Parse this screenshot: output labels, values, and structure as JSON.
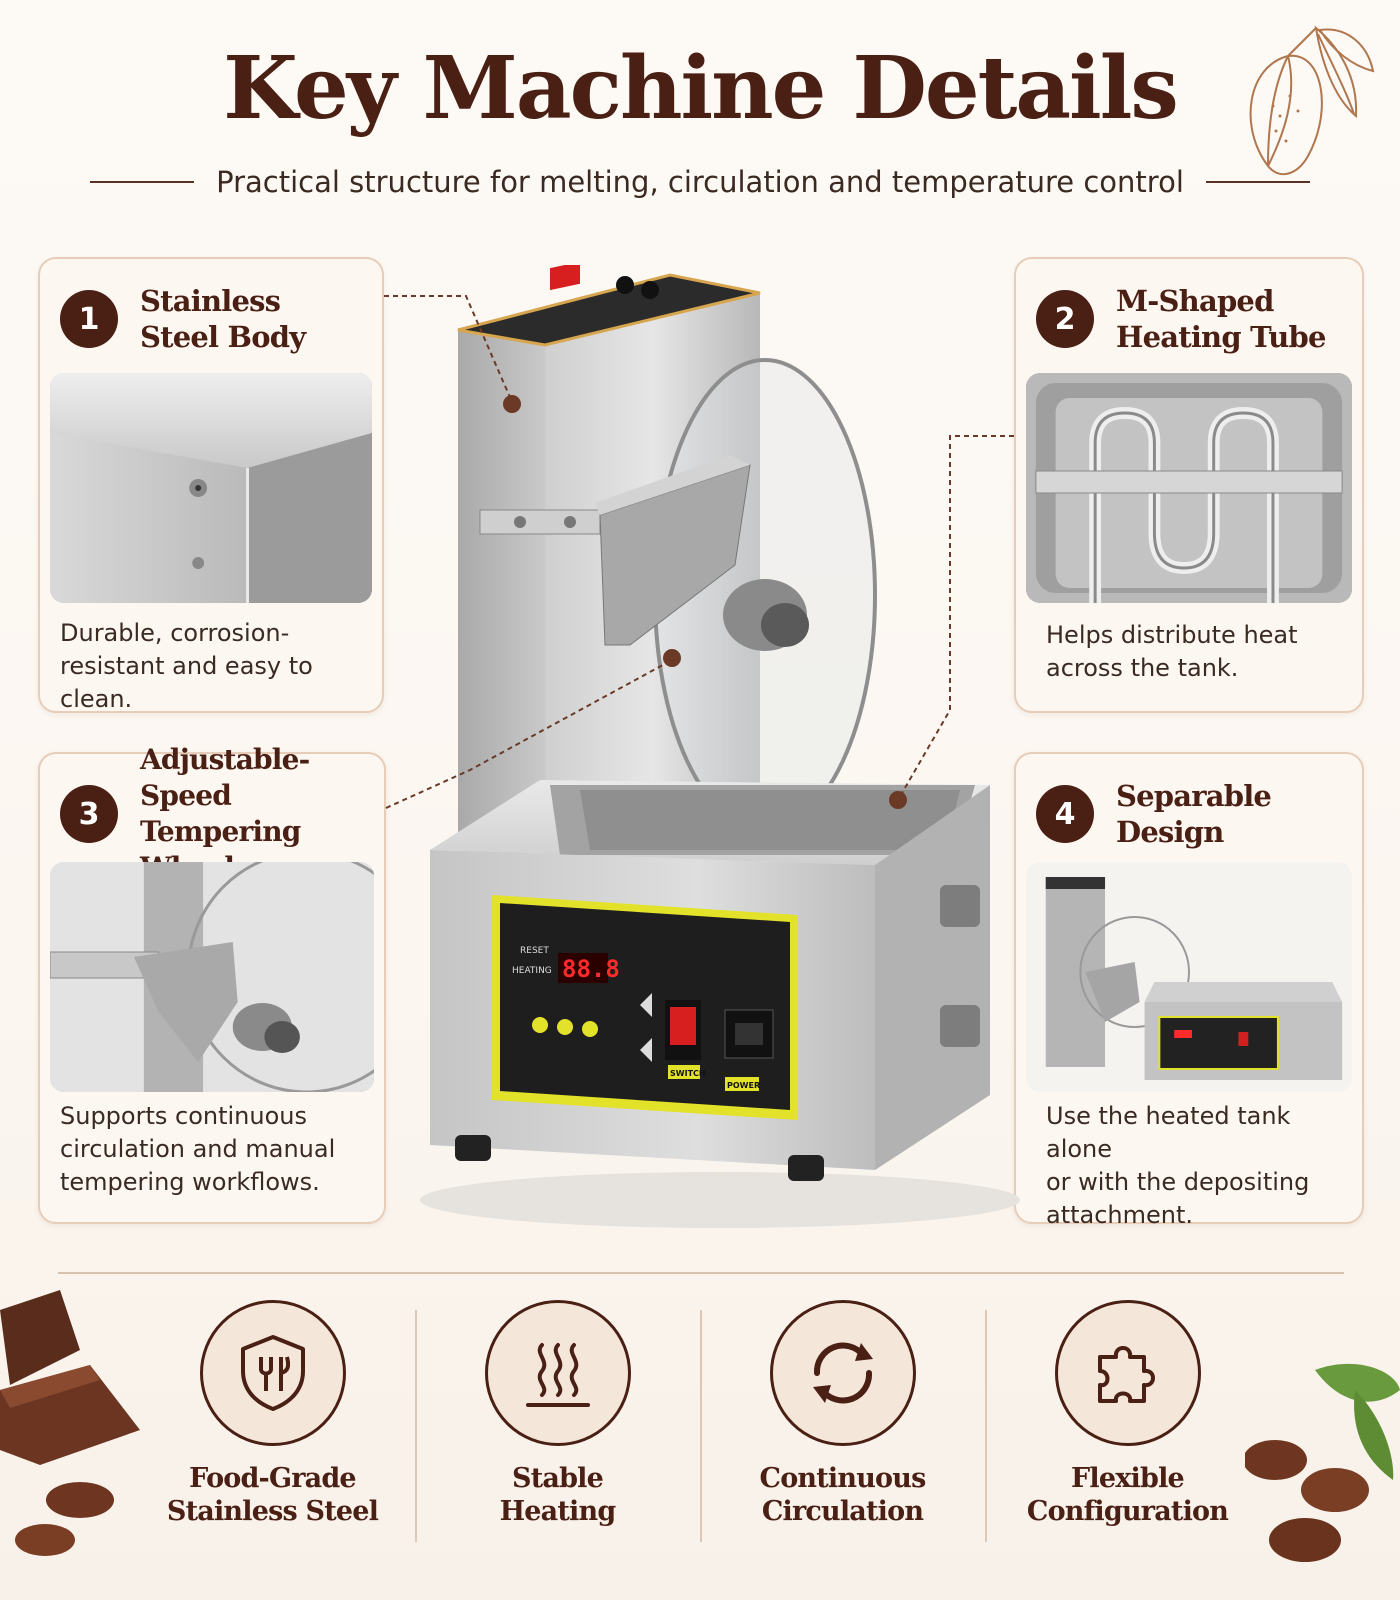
{
  "header": {
    "title": "Key Machine Details",
    "subtitle": "Practical structure for melting, circulation and temperature control"
  },
  "cards": [
    {
      "number": "1",
      "title_line1": "Stainless",
      "title_line2": "Steel Body",
      "desc": "Durable, corrosion-resistant and easy to clean.",
      "desc_line1": "Durable, corrosion-",
      "desc_line2": "resistant and easy to clean."
    },
    {
      "number": "2",
      "title_line1": "M-Shaped",
      "title_line2": "Heating Tube",
      "desc_line1": "Helps distribute heat",
      "desc_line2": "across the tank."
    },
    {
      "number": "3",
      "title_line1": "Adjustable-Speed",
      "title_line2": "Tempering Wheel",
      "desc_line1": "Supports continuous",
      "desc_line2": "circulation and manual",
      "desc_line3": "tempering workflows."
    },
    {
      "number": "4",
      "title_line1": "Separable Design",
      "desc_line1": "Use the heated tank alone",
      "desc_line2": "or with the depositing",
      "desc_line3": "attachment."
    }
  ],
  "machine_panel": {
    "display": "88.8",
    "reset_label": "RESET",
    "heating_label": "HEATING",
    "switch_label": "SWITCH",
    "power_label": "POWER"
  },
  "features": [
    {
      "icon": "food-safe-shield-icon",
      "line1": "Food-Grade",
      "line2": "Stainless Steel"
    },
    {
      "icon": "heat-waves-icon",
      "line1": "Stable",
      "line2": "Heating"
    },
    {
      "icon": "circular-arrows-icon",
      "line1": "Continuous",
      "line2": "Circulation"
    },
    {
      "icon": "puzzle-piece-icon",
      "line1": "Flexible",
      "line2": "Configuration"
    }
  ],
  "colors": {
    "brand_brown": "#4a1f14",
    "card_border": "#e7cdb8",
    "panel_yellow": "#e3e22a",
    "led_red": "#ff2a2a"
  }
}
